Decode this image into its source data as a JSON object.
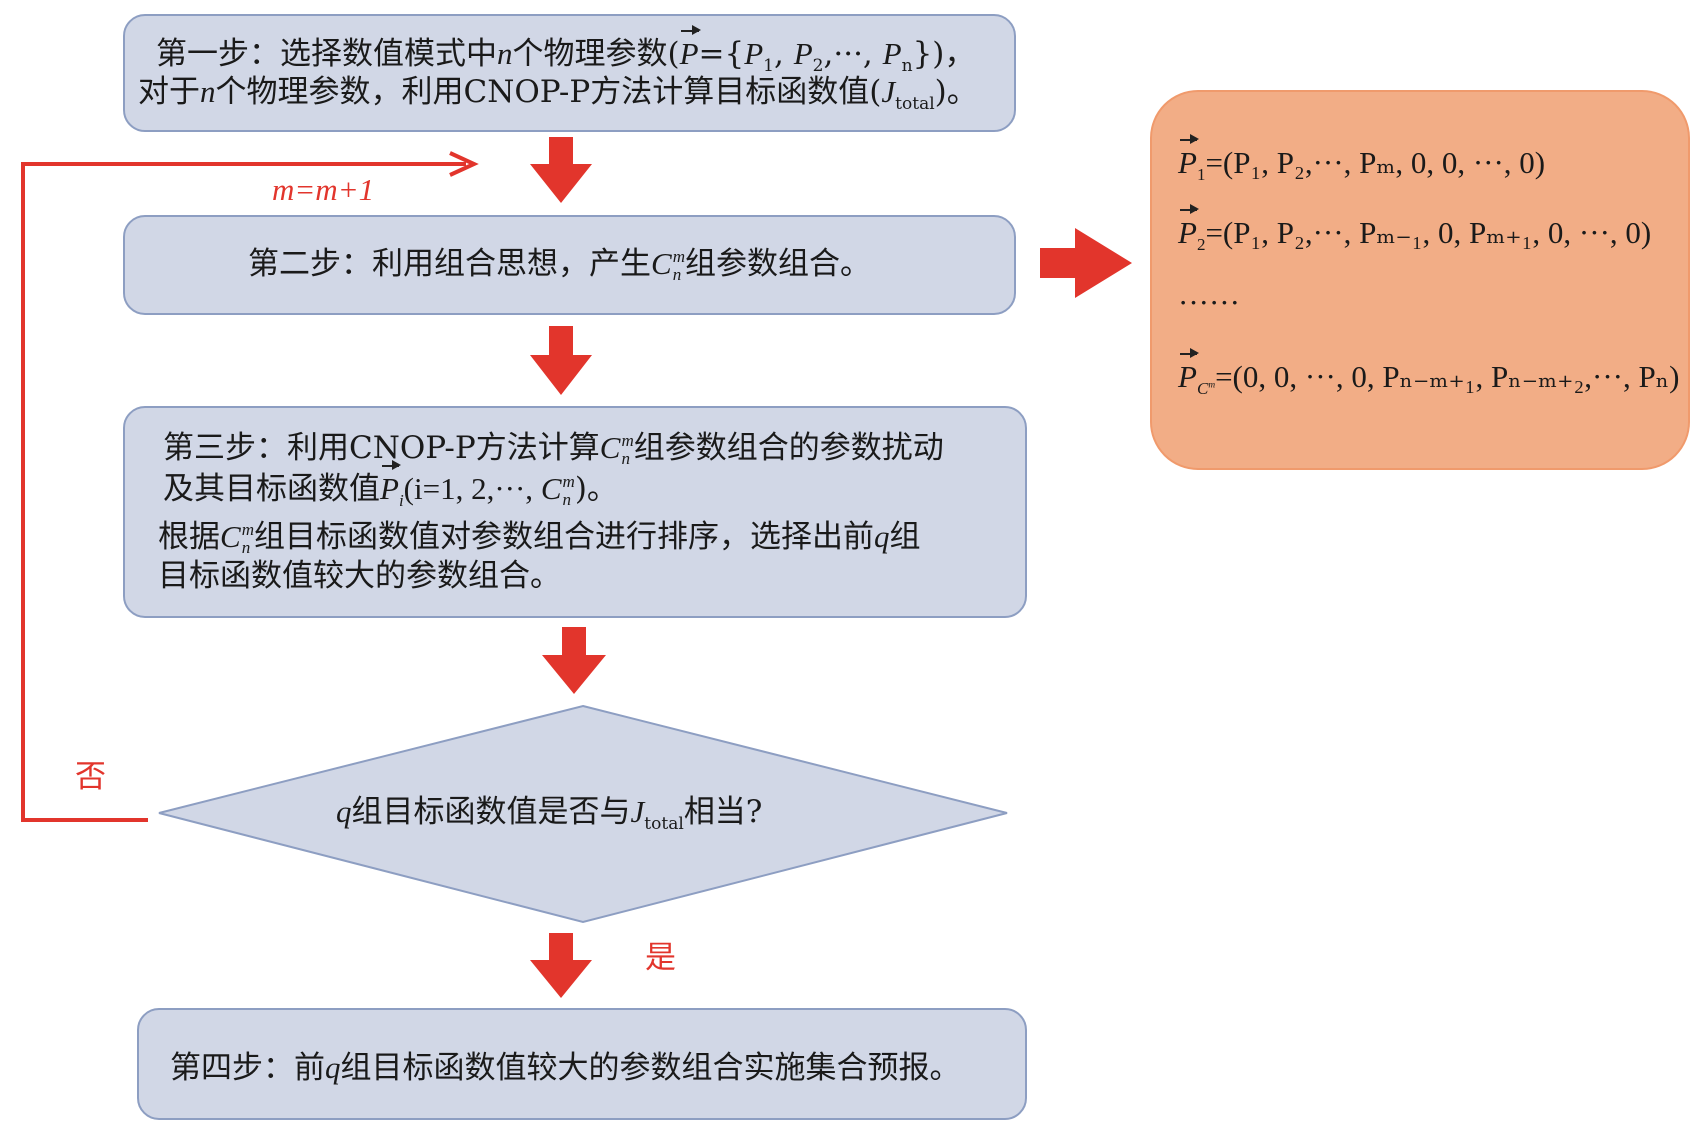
{
  "step1": {
    "label": "第一步：选择数值模式中",
    "n1": "n",
    "mid": "个物理参数(",
    "vecP": "P",
    "eq": "={",
    "p": "P",
    "s1": "1",
    "s2": "2",
    "sn": "n",
    "tail": "})，",
    "line2a": "对于",
    "line2b": "个物理参数，利用CNOP-P方法计算目标函数值(",
    "J": "J",
    "total": "total",
    "end": ")。"
  },
  "loop_label": "m=m+1",
  "step2": {
    "text_a": "第二步：利用组合思想，产生",
    "C": "C",
    "sup": "m",
    "sub": "n",
    "text_b": "组参数组合。"
  },
  "step3": {
    "line1a": "第三步：利用CNOP-P方法计算",
    "line1b": "组参数组合的参数扰动",
    "line2a": "及其目标函数值",
    "line2b": "(i=1, 2,···, ",
    "line2c": ")。",
    "line3a": "根据",
    "line3b": "组目标函数值对参数组合进行排序，选择出前",
    "q": "q",
    "line3c": "组",
    "line4": "目标函数值较大的参数组合。"
  },
  "decision": {
    "q": "q",
    "text_a": "组目标函数值是否与",
    "J": "J",
    "total": "total",
    "text_b": "相当?"
  },
  "no_label": "否",
  "yes_label": "是",
  "step4": {
    "text_a": "第四步：前",
    "q": "q",
    "text_b": "组目标函数值较大的参数组合实施集合预报。"
  },
  "combos": {
    "row1": "=(P₁, P₂,···, Pₘ, 0, 0, ···, 0)",
    "row2": "=(P₁, P₂,···, Pₘ₋₁, 0, Pₘ₊₁, 0, ···, 0)",
    "ellipsis": "······",
    "row4": "=(0, 0, ···, 0, Pₙ₋ₘ₊₁, Pₙ₋ₘ₊₂,···, Pₙ)"
  },
  "colors": {
    "box_fill": "#d1d7e6",
    "box_border": "#8d9ec2",
    "arrow": "#e2352c",
    "panel": "#f2ad86"
  }
}
